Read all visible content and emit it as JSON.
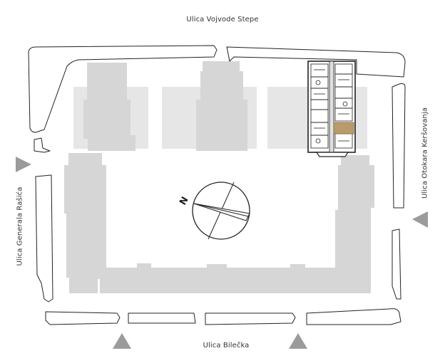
{
  "streets": {
    "top": "Ulica Vojvode Stepe",
    "bottom": "Ulica Bilečka",
    "left": "Ulica Generala Rašića",
    "right": "Ulica Otokara Keršovanja"
  },
  "compass": {
    "label": "N"
  },
  "colors": {
    "building": "#d6d6d6",
    "courtyard_shade": "#e6e6e6",
    "outline": "#222222",
    "entrance_marker": "#9b9b9b",
    "highlight_unit": "#b99a6b"
  }
}
